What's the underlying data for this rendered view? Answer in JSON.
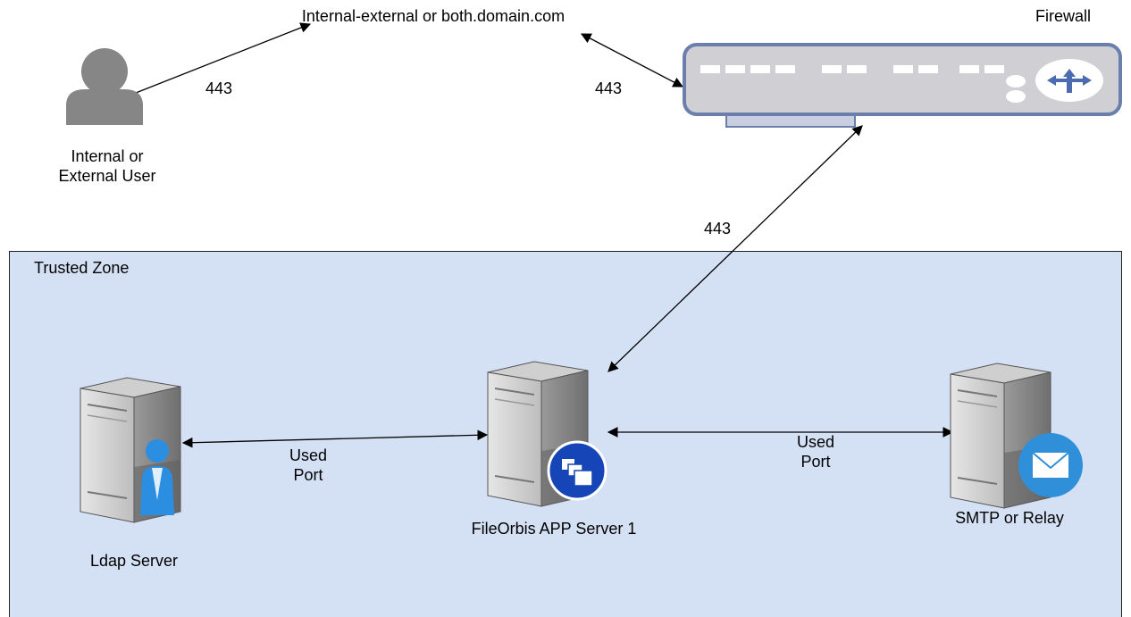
{
  "zone": {
    "label": "Trusted Zone",
    "fill": "#d4e1f5"
  },
  "nodes": {
    "user": {
      "label_line1": "Internal or",
      "label_line2": "External User",
      "icon": "user-icon"
    },
    "domain": {
      "label": "Internal-external or both.domain.com"
    },
    "firewall": {
      "label": "Firewall",
      "icon": "firewall-router-icon"
    },
    "ldap": {
      "label": "Ldap Server",
      "icon": "ldap-server-icon"
    },
    "app": {
      "label": "FileOrbis APP Server 1",
      "icon": "app-server-icon"
    },
    "smtp": {
      "label": "SMTP or Relay",
      "icon": "mail-server-icon"
    }
  },
  "edges": {
    "user_domain": "443",
    "domain_firewall": "443",
    "firewall_app": "443",
    "ldap_app_line1": "Used",
    "ldap_app_line2": "Port",
    "app_smtp_line1": "Used",
    "app_smtp_line2": "Port"
  },
  "colors": {
    "server_light": "#d9d9d9",
    "server_dark": "#7a7a7a",
    "badge_blue": "#1a56db",
    "mail_blue": "#2f8fd8",
    "firewall_border": "#6b7fad",
    "firewall_fill": "#cfcfd4"
  }
}
